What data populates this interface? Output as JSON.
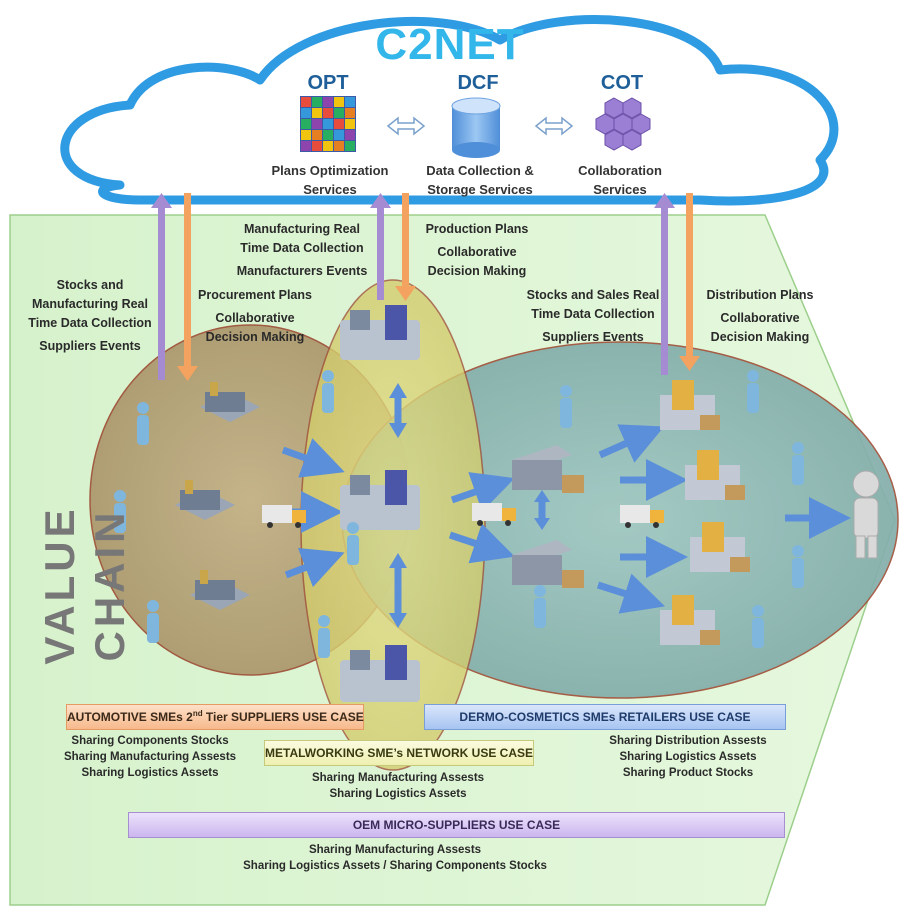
{
  "cloud": {
    "title": "C2NET",
    "services": [
      {
        "abbr": "OPT",
        "line1": "Plans Optimization",
        "line2": "Services",
        "icon": "grid-cubes-icon"
      },
      {
        "abbr": "DCF",
        "line1": "Data  Collection &",
        "line2": "Storage Services",
        "icon": "database-cylinder-icon"
      },
      {
        "abbr": "COT",
        "line1": "Collaboration",
        "line2": "Services",
        "icon": "hexagon-cluster-icon"
      }
    ]
  },
  "flows": {
    "suppliers_up": [
      "Stocks and",
      "Manufacturing Real",
      "Time Data Collection",
      "Suppliers Events"
    ],
    "suppliers_down": [
      "Procurement Plans",
      "Collaborative",
      "Decision Making"
    ],
    "manufacturers_up": [
      "Manufacturing Real",
      "Time Data Collection",
      "Manufacturers Events"
    ],
    "manufacturers_down": [
      "Production Plans",
      "Collaborative",
      "Decision Making"
    ],
    "retailers_up": [
      "Stocks and Sales Real",
      "Time Data Collection",
      "Suppliers Events"
    ],
    "retailers_down": [
      "Distribution Plans",
      "Collaborative",
      "Decision Making"
    ]
  },
  "value_chain_label": "VALUE CHAIN",
  "use_cases": {
    "automotive": {
      "label_pre": "AUTOMOTIVE SMEs 2",
      "label_sup": "nd",
      "label_post": " Tier SUPPLIERS USE CASE",
      "items": [
        "Sharing  Components Stocks",
        "Sharing Manufacturing Assests",
        "Sharing Logistics Assets"
      ]
    },
    "dermo": {
      "label": "DERMO-COSMETICS SMEs RETAILERS USE CASE",
      "items": [
        "Sharing Distribution Assests",
        "Sharing Logistics Assets",
        "Sharing  Product Stocks"
      ]
    },
    "metal": {
      "label": "METALWORKING SME’s NETWORK USE CASE",
      "items": [
        "Sharing Manufacturing Assests",
        "Sharing Logistics Assets"
      ]
    },
    "oem": {
      "label": "OEM MICRO-SUPPLIERS USE CASE",
      "items": [
        "Sharing Manufacturing Assests",
        "Sharing Logistics Assets / Sharing  Components Stocks"
      ]
    }
  },
  "colors": {
    "cloud_stroke": "#2f9be3",
    "title": "#33b7ea",
    "background_arrow": "#d8f5cf",
    "suppliers_ellipse": "#b9a47a",
    "manufacturers_ellipse": "#dcd67a",
    "retailers_ellipse": "#8fb8b6",
    "up_arrow": "#a58bd1",
    "down_arrow": "#f3a25f",
    "flow_arrow": "#5b8fd9"
  }
}
